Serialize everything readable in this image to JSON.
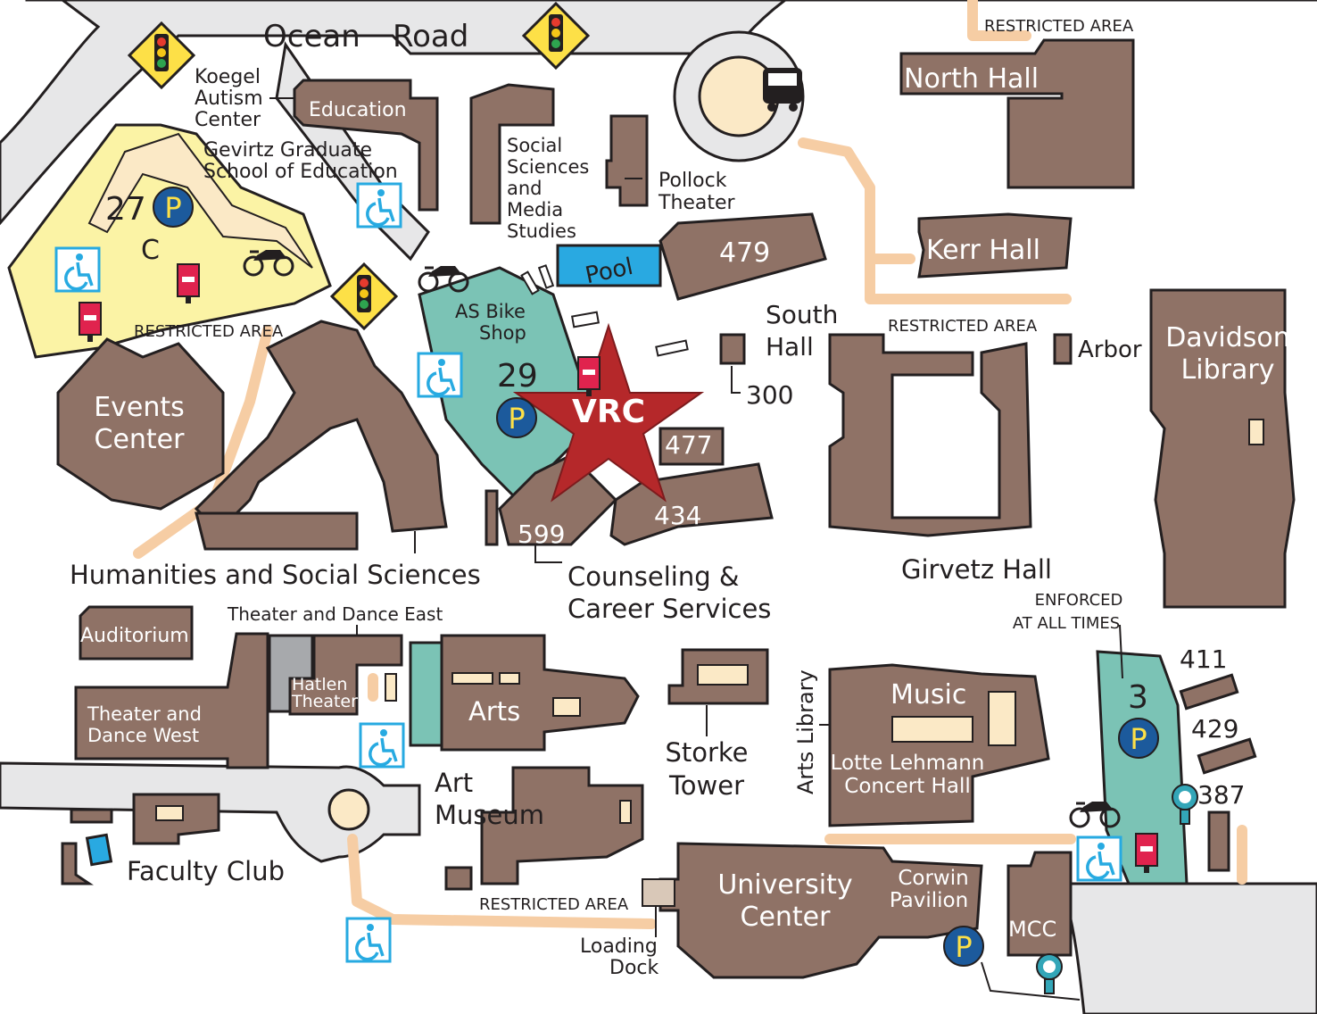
{
  "streets": {
    "ocean_road_1": "Ocean",
    "ocean_road_2": "Road"
  },
  "buildings": {
    "education": "Education",
    "koegel": [
      "Koegel",
      "Autism",
      "Center"
    ],
    "gevirtz": [
      "Gevirtz Graduate",
      "School of Education"
    ],
    "social_sciences": [
      "Social",
      "Sciences",
      "and",
      "Media",
      "Studies"
    ],
    "pollock": [
      "Pollock",
      "Theater"
    ],
    "north_hall": "North Hall",
    "kerr_hall": "Kerr Hall",
    "b479": "479",
    "pool": "Pool",
    "as_bike_shop": [
      "AS Bike",
      "Shop"
    ],
    "south_hall": [
      "South",
      "Hall"
    ],
    "b300": "300",
    "arbor": "Arbor",
    "davidson": [
      "Davidson",
      "Library"
    ],
    "events_center": [
      "Events",
      "Center"
    ],
    "b477": "477",
    "b434": "434",
    "b599": "599",
    "humanities": "Humanities and Social Sciences",
    "counseling": [
      "Counseling &",
      "Career Services"
    ],
    "girvetz": "Girvetz Hall",
    "auditorium": "Auditorium",
    "theater_dance_east": "Theater and Dance East",
    "hatlen": [
      "Hatlen",
      "Theater"
    ],
    "theater_dance_west": [
      "Theater and",
      "Dance West"
    ],
    "arts": "Arts",
    "art_museum": [
      "Art",
      "Museum"
    ],
    "storke": [
      "Storke",
      "Tower"
    ],
    "arts_library": "Arts Library",
    "music": "Music",
    "lotte": [
      "Lotte Lehmann",
      "Concert Hall"
    ],
    "b411": "411",
    "b429": "429",
    "b387": "387",
    "faculty_club": "Faculty Club",
    "university_center": [
      "University",
      "Center"
    ],
    "corwin": [
      "Corwin",
      "Pavilion"
    ],
    "mcc": "MCC",
    "loading_dock": [
      "Loading",
      "Dock"
    ]
  },
  "notes": {
    "restricted_area": "RESTRICTED AREA",
    "enforced": [
      "ENFORCED",
      "AT ALL TIMES"
    ]
  },
  "parking": {
    "lot27_number": "27",
    "lot27_class": "C",
    "lot29_number": "29",
    "lot3_number": "3",
    "p_symbol": "P"
  },
  "marker": {
    "label": "VRC",
    "color": "#b5282a"
  },
  "colors": {
    "building": "#8f7266",
    "lot_teal": "#7bc3b5",
    "lot_yellow": "#fbf3a5",
    "walkway": "#f6cda4",
    "road": "#e7e7e8",
    "pool": "#29a9e1",
    "parking_badge": "#1c5a9c",
    "traffic_sign": "#fde047",
    "accessible_icon": "#27aae1"
  },
  "icons": [
    "traffic-light-icon",
    "bus-stop-icon",
    "motorcycle-parking-icon",
    "accessible-parking-icon",
    "parking-permit-dispenser-icon",
    "parking-meter-icon",
    "parking-icon"
  ]
}
